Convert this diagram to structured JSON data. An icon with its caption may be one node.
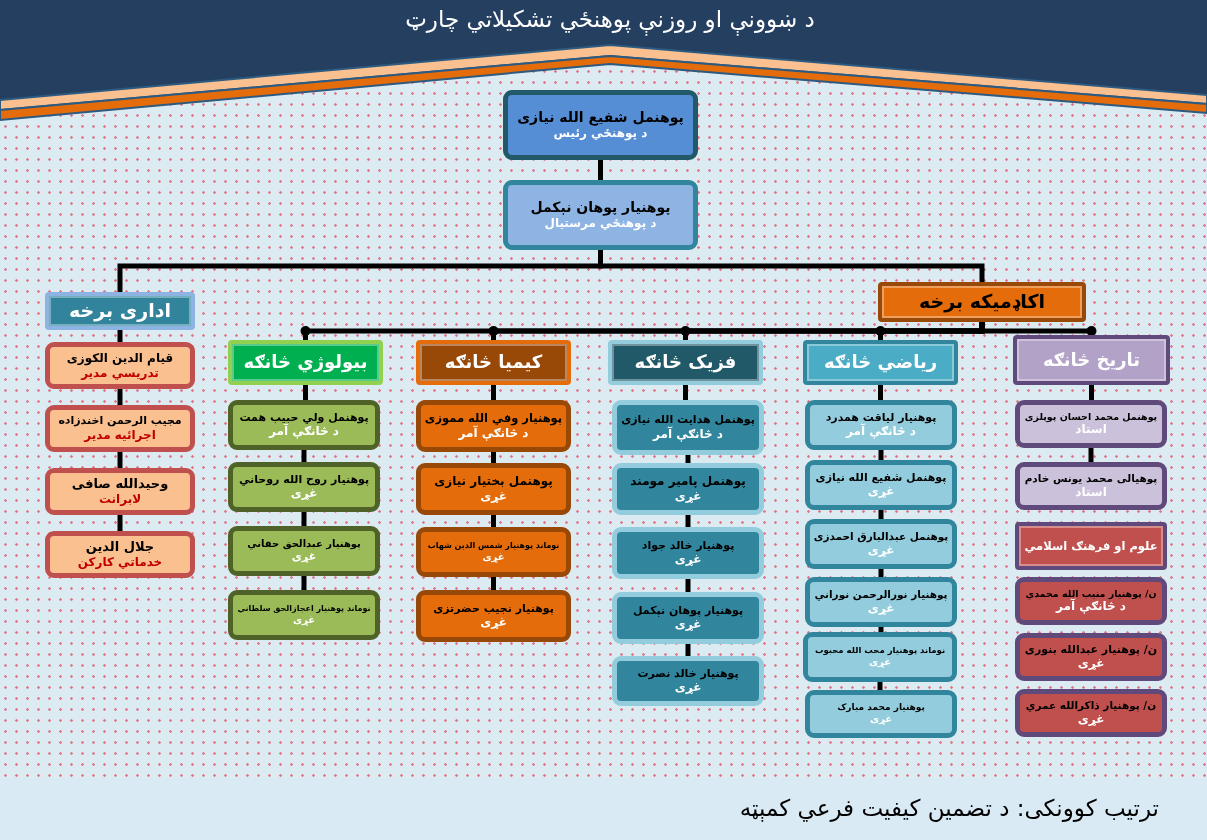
{
  "diagram": {
    "title": "د ښوونې او روزنې پوهنځي تشکیلاتي چارټ",
    "caption": "ترتیب کوونکی: د تضمین کیفیت فرعي کمېټه",
    "nodes": [
      {
        "text": [
          "پوهنمل شفیع الله نیازی",
          "د پوهنځي رئیس"
        ]
      },
      {
        "text": [
          "پوهنیار پوهان نېکمل",
          "د پوهنځي مرستیال"
        ]
      },
      {
        "text": [
          "اداری برخه"
        ]
      },
      {
        "text": [
          "اکاډمیکه برخه"
        ]
      },
      {
        "text": [
          "قیام الدین الکوزی",
          "تدریسي مدیر"
        ]
      },
      {
        "text": [
          "مجیب الرحمن اخندزاده",
          "اجرائیه مدیر"
        ]
      },
      {
        "text": [
          "وحیدالله صافی",
          "لابرانت"
        ]
      },
      {
        "text": [
          "جلال الدین",
          "خدماتي کارکن"
        ]
      },
      {
        "text": [
          "بیولوژي څانګه"
        ]
      },
      {
        "text": [
          "پوهنمل ولي حبیب همت",
          "د څانګې آمر"
        ]
      },
      {
        "text": [
          "پوهنیار روح الله روحاني",
          "غړی"
        ]
      },
      {
        "text": [
          "پوهنیار عبدالحق حقاني",
          "غړی"
        ]
      },
      {
        "text": [
          "نوماند پوهنیار اعجازالحق سلطاني",
          "غړی"
        ]
      },
      {
        "text": [
          "کیمیا څانګه"
        ]
      },
      {
        "text": [
          "پوهنیار وفي الله مموزی",
          "د څانګې آمر"
        ]
      },
      {
        "text": [
          "پوهنمل بختیار نیازی",
          "غړی"
        ]
      },
      {
        "text": [
          "نوماند پوهنیار شمس الدین شهاب",
          "غړی"
        ]
      },
      {
        "text": [
          "پوهنیار نجیب حضرتزی",
          "غړی"
        ]
      },
      {
        "text": [
          "فزیک څانګه"
        ]
      },
      {
        "text": [
          "پوهنمل هدایت الله نیازی",
          "د څانګې آمر"
        ]
      },
      {
        "text": [
          "پوهنمل پامیر مومند",
          "غړی"
        ]
      },
      {
        "text": [
          "پوهنیار خالد جواد",
          "غړی"
        ]
      },
      {
        "text": [
          "پوهنیار پوهان نېکمل",
          "غړی"
        ]
      },
      {
        "text": [
          "پوهنیار خالد نصرت",
          "غړی"
        ]
      },
      {
        "text": [
          "ریاضي څانګه"
        ]
      },
      {
        "text": [
          "پوهنیار لیاقت همدرد",
          "د څانګې آمر"
        ]
      },
      {
        "text": [
          "پوهنمل شفیع الله نیازی",
          "غړی"
        ]
      },
      {
        "text": [
          "پوهنمل عبدالبارق احمدزی",
          "غړی"
        ]
      },
      {
        "text": [
          "پوهنیار نورالرحمن نوراني",
          "غړی"
        ]
      },
      {
        "text": [
          "نوماند پوهنیار محب الله محبوب",
          "غړی"
        ]
      },
      {
        "text": [
          "پوهنیار محمد مبارک",
          "غړی"
        ]
      },
      {
        "text": [
          "تاریخ څانګه"
        ]
      },
      {
        "text": [
          "پوهنمل محمد احسان پوپلزی",
          "استاد"
        ]
      },
      {
        "text": [
          "پوهیالی محمد یونس خادم",
          "استاد"
        ]
      },
      {
        "text": [
          "علوم او فرهنګ اسلامي"
        ]
      },
      {
        "text": [
          "ن/ پوهنیار منیب الله محمدي",
          "د څانګې آمر"
        ]
      },
      {
        "text": [
          "ن/ پوهنیار عبدالله بنوری",
          "غړی"
        ]
      },
      {
        "text": [
          "ن/ پوهنیار ذاکرالله عمري",
          "غړی"
        ]
      }
    ],
    "edges": [
      {
        "from": 0,
        "to": 1,
        "arrow": "none"
      },
      {
        "from": 1,
        "to": 2,
        "arrow": "none"
      },
      {
        "from": 1,
        "to": 3,
        "arrow": "none"
      },
      {
        "from": 2,
        "to": 4,
        "arrow": "none"
      },
      {
        "from": 4,
        "to": 5,
        "arrow": "none"
      },
      {
        "from": 5,
        "to": 6,
        "arrow": "none"
      },
      {
        "from": 6,
        "to": 7,
        "arrow": "none"
      },
      {
        "from": 3,
        "to": 8,
        "arrow": "other"
      },
      {
        "from": 3,
        "to": 13,
        "arrow": "other"
      },
      {
        "from": 3,
        "to": 18,
        "arrow": "other"
      },
      {
        "from": 3,
        "to": 24,
        "arrow": "other"
      },
      {
        "from": 3,
        "to": 31,
        "arrow": "other"
      },
      {
        "from": 8,
        "to": 9,
        "arrow": "none"
      },
      {
        "from": 9,
        "to": 10,
        "arrow": "none"
      },
      {
        "from": 10,
        "to": 11,
        "arrow": "none"
      },
      {
        "from": 11,
        "to": 12,
        "arrow": "none"
      },
      {
        "from": 13,
        "to": 14,
        "arrow": "none"
      },
      {
        "from": 14,
        "to": 15,
        "arrow": "none"
      },
      {
        "from": 15,
        "to": 16,
        "arrow": "none"
      },
      {
        "from": 16,
        "to": 17,
        "arrow": "none"
      },
      {
        "from": 18,
        "to": 19,
        "arrow": "none"
      },
      {
        "from": 19,
        "to": 20,
        "arrow": "none"
      },
      {
        "from": 20,
        "to": 21,
        "arrow": "none"
      },
      {
        "from": 21,
        "to": 22,
        "arrow": "none"
      },
      {
        "from": 22,
        "to": 23,
        "arrow": "none"
      },
      {
        "from": 24,
        "to": 25,
        "arrow": "none"
      },
      {
        "from": 25,
        "to": 26,
        "arrow": "none"
      },
      {
        "from": 26,
        "to": 27,
        "arrow": "none"
      },
      {
        "from": 27,
        "to": 28,
        "arrow": "none"
      },
      {
        "from": 28,
        "to": 29,
        "arrow": "none"
      },
      {
        "from": 29,
        "to": 30,
        "arrow": "none"
      },
      {
        "from": 31,
        "to": 32,
        "arrow": "none"
      },
      {
        "from": 32,
        "to": 33,
        "arrow": "none"
      }
    ]
  }
}
